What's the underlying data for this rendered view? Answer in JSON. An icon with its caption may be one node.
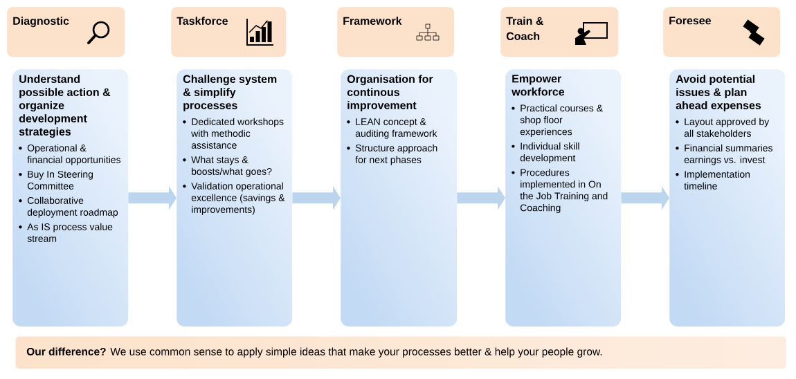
{
  "diagram": {
    "nodes": [
      {
        "text": [
          "Diagnostic"
        ]
      },
      {
        "text": [
          "Taskforce"
        ]
      },
      {
        "text": [
          "Framework"
        ]
      },
      {
        "text": [
          "Train & Coach"
        ]
      },
      {
        "text": [
          "Foresee"
        ]
      },
      {
        "text": [
          "Understand possible action & organize development strategies",
          "Operational & financial opportunities",
          "Buy In Steering Committee",
          "Collaborative deployment roadmap",
          "As IS process value stream"
        ]
      },
      {
        "text": [
          "Challenge system & simplify processes",
          "Dedicated workshops with methodic assistance",
          "What stays & boosts/what goes?",
          "Validation operational excellence (savings & improvements)"
        ]
      },
      {
        "text": [
          "Organisation for continous improvement",
          "LEAN concept & auditing framework",
          "Structure approach for next phases"
        ]
      },
      {
        "text": [
          "Empower workforce",
          "Practical courses & shop floor experiences",
          "Individual skill development",
          "Procedures implemented in On the Job Training and Coaching"
        ]
      },
      {
        "text": [
          "Avoid potential issues & plan ahead expenses",
          "Layout approved by all stakeholders",
          "Financial summaries earnings vs. invest",
          "Implementation timeline"
        ]
      },
      {
        "text": [
          "**Our difference?** We use common sense to apply simple ideas that make your processes better & help your people grow."
        ]
      }
    ],
    "edges": [
      {
        "from": 5,
        "to": 6,
        "arrow": "to"
      },
      {
        "from": 6,
        "to": 7,
        "arrow": "to"
      },
      {
        "from": 7,
        "to": 8,
        "arrow": "to"
      },
      {
        "from": 8,
        "to": 9,
        "arrow": "to"
      }
    ]
  }
}
